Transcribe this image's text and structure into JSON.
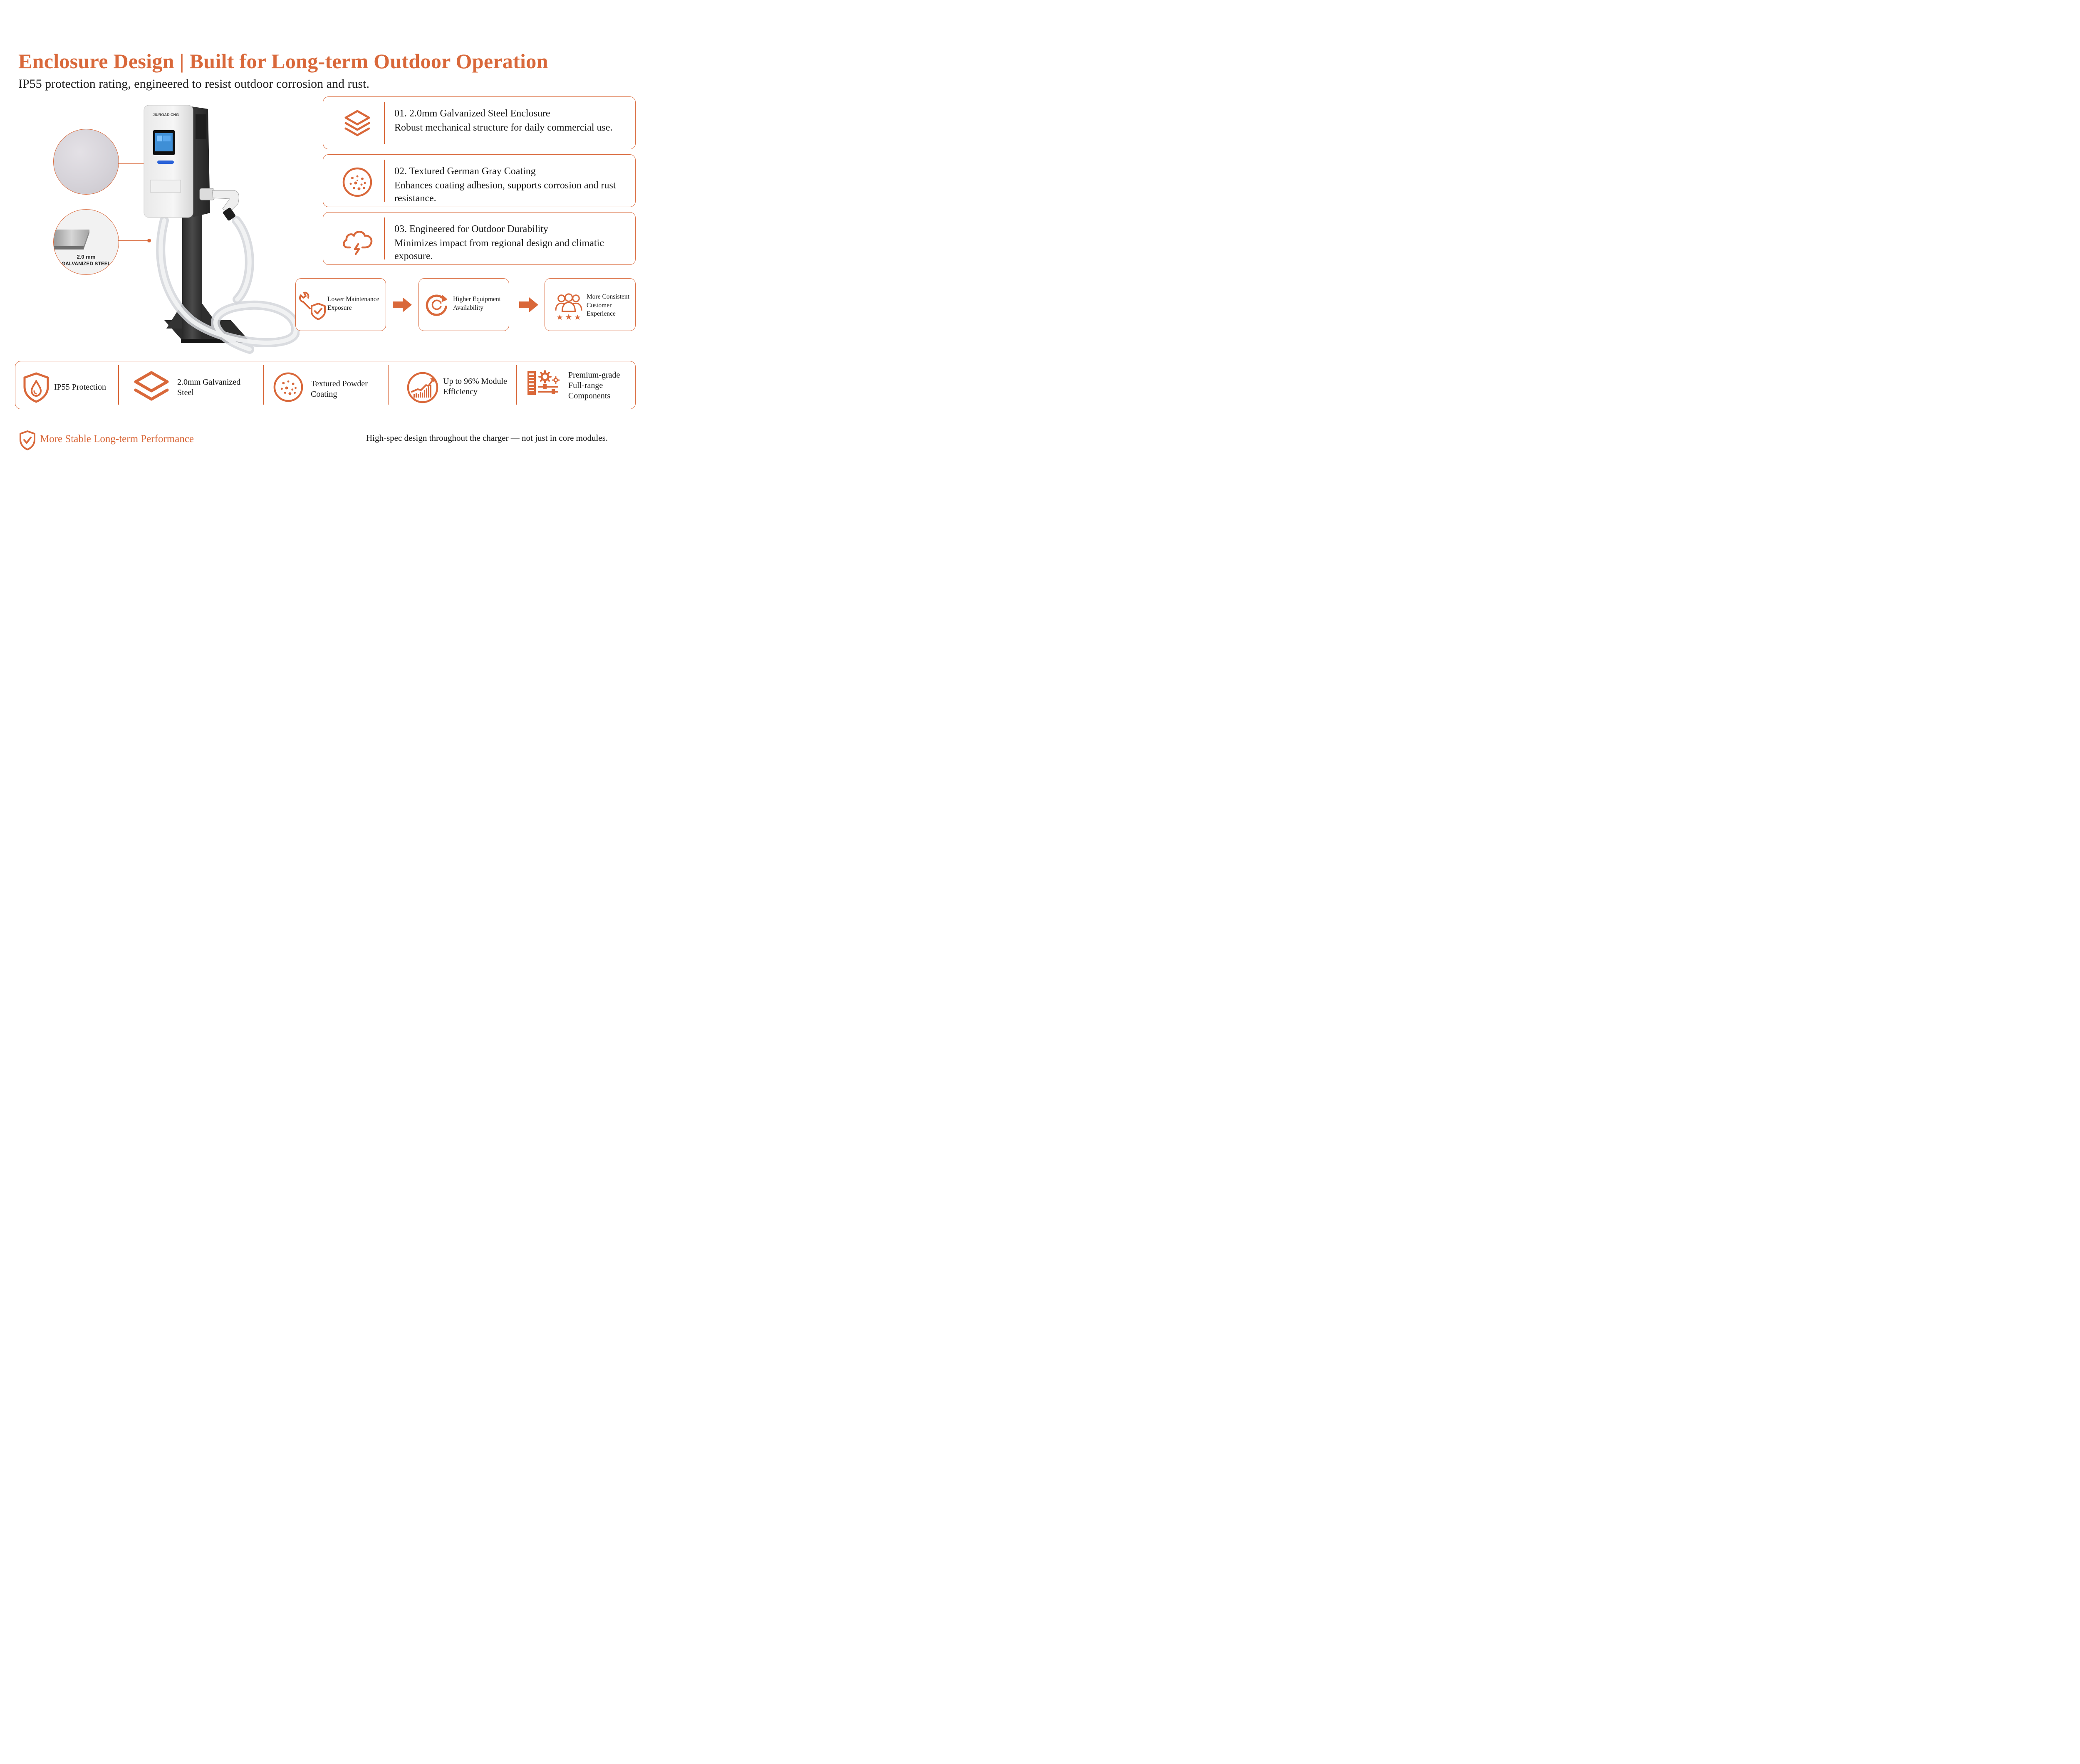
{
  "header": {
    "title": "Enclosure Design | Built for Long-term Outdoor Operation",
    "subtitle": "IP55 protection rating, engineered to resist outdoor corrosion and rust."
  },
  "product": {
    "brand": "JIUROAD CHG",
    "steel_label_line1": "2.0 mm",
    "steel_label_line2": "GALVANIZED STEEL"
  },
  "features": [
    {
      "title": "01. 2.0mm Galvanized Steel Enclosure",
      "description": "Robust mechanical structure for daily commercial use.",
      "icon": "layers-icon"
    },
    {
      "title": "02. Textured German Gray Coating",
      "description": "Enhances coating adhesion, supports corrosion and rust resistance.",
      "icon": "texture-dots-icon"
    },
    {
      "title": "03. Engineered for Outdoor Durability",
      "description": "Minimizes impact from regional design and climatic exposure.",
      "icon": "storm-cloud-icon"
    }
  ],
  "flow": [
    {
      "label": "Lower Maintenance Exposure",
      "icon": "wrench-shield-icon"
    },
    {
      "label": "Higher Equipment Availability",
      "icon": "refresh-cycle-icon"
    },
    {
      "label": "More Consistent Customer Experience",
      "icon": "customers-stars-icon"
    }
  ],
  "highlights": [
    {
      "label": "IP55 Protection",
      "icon": "water-shield-icon"
    },
    {
      "label": "2.0mm Galvanized Steel",
      "icon": "layers-icon"
    },
    {
      "label": "Textured Powder Coating",
      "icon": "texture-dots-icon"
    },
    {
      "label": "Up to 96% Module Efficiency",
      "icon": "growth-chart-icon"
    },
    {
      "label": "Premium-grade Full-range Components",
      "icon": "components-icon"
    }
  ],
  "footer": {
    "left": "More Stable Long-term Performance",
    "right": "High-spec design throughout the charger — not just in core modules."
  },
  "colors": {
    "accent": "#d9683a",
    "text": "#1a1a1a",
    "background": "#ffffff"
  }
}
